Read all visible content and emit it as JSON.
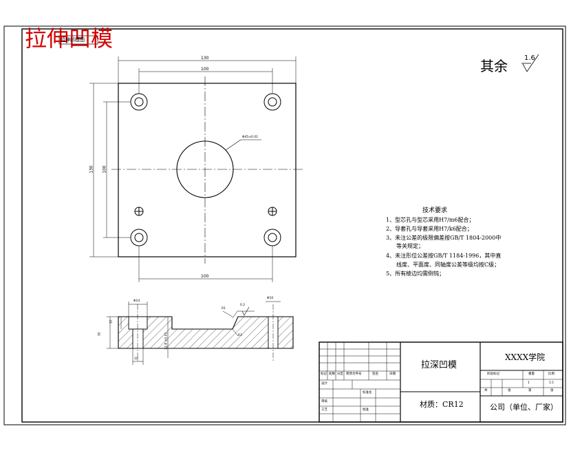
{
  "stamp": {
    "title": "拉伸凹模",
    "overlay_label": "拉伸凹模图"
  },
  "roughness": {
    "label": "其余",
    "value": "1.6"
  },
  "dims": {
    "outer_width": "130",
    "inner_width_top": "100",
    "inner_width_bottom": "100",
    "outer_height": "130",
    "inner_height": "100",
    "center_hole": "Φ45±0.01",
    "hole_dia": "Φ14",
    "depth_10": "10",
    "thickness": "30",
    "bottom_10": "10",
    "recess": "11.8 ±0.01",
    "rough_02": "0.2",
    "pin_10": "Φ10",
    "radius_r1": "R1",
    "radius_r2": "R2"
  },
  "notes": {
    "title": "技术要求",
    "items": [
      "1、型芯孔与型芯采用H7/m6配合；",
      "2、导套孔与导套采用H7/k6配合；",
      "3、未注公差的极限偏差按GB/T 1804-2000中",
      "等关规定；",
      "4、未注形位公差按GB/T 1184-1996，其中直",
      "线度、平面度、同轴度公差等级均按C级；",
      "5、所有棱边均需倒钝；"
    ]
  },
  "title_block": {
    "part_name": "拉深凹模",
    "school": "XXXX学院",
    "material": "材质：CR12",
    "company": "公司（单位、厂家）",
    "row_labels": [
      "标记",
      "处数",
      "分区",
      "更改文件号",
      "签名",
      "日期"
    ],
    "sheet_labels": [
      "阶段标记",
      "重量",
      "比例"
    ],
    "sheet_values": [
      "1",
      "1:1"
    ],
    "sheet_count": [
      "共",
      "张",
      "第",
      "张"
    ],
    "roles": [
      "设计",
      "标准化",
      "审核",
      "工艺",
      "批准"
    ]
  }
}
